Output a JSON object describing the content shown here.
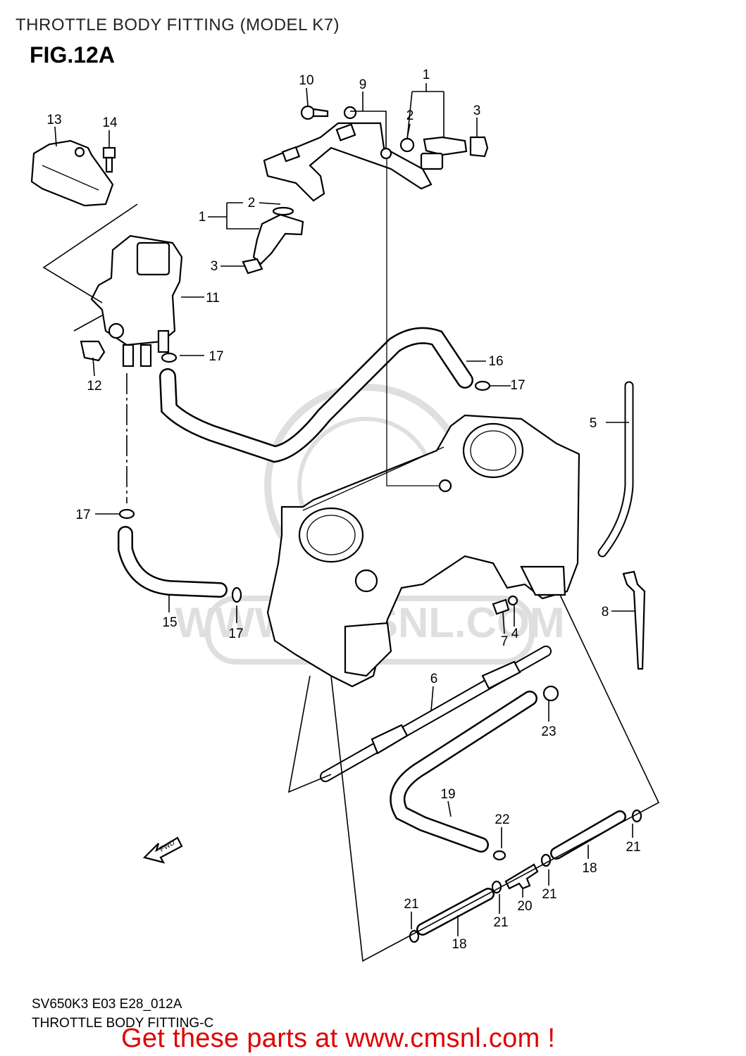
{
  "header": {
    "title": "THROTTLE BODY FITTING (MODEL K7)",
    "figure": "FIG.12A"
  },
  "footer": {
    "code": "SV650K3 E03 E28_012A",
    "subtitle": "THROTTLE BODY FITTING-C",
    "cta": "Get these parts at www.cmsnl.com !"
  },
  "callouts": [
    {
      "id": "1a",
      "label": "1"
    },
    {
      "id": "2a",
      "label": "2"
    },
    {
      "id": "3a",
      "label": "3"
    },
    {
      "id": "9",
      "label": "9"
    },
    {
      "id": "10",
      "label": "10"
    },
    {
      "id": "13",
      "label": "13"
    },
    {
      "id": "14",
      "label": "14"
    },
    {
      "id": "1b",
      "label": "1"
    },
    {
      "id": "2b",
      "label": "2"
    },
    {
      "id": "3b",
      "label": "3"
    },
    {
      "id": "11",
      "label": "11"
    },
    {
      "id": "12",
      "label": "12"
    },
    {
      "id": "17a",
      "label": "17"
    },
    {
      "id": "16",
      "label": "16"
    },
    {
      "id": "17b",
      "label": "17"
    },
    {
      "id": "5",
      "label": "5"
    },
    {
      "id": "17c",
      "label": "17"
    },
    {
      "id": "15",
      "label": "15"
    },
    {
      "id": "17d",
      "label": "17"
    },
    {
      "id": "7",
      "label": "7"
    },
    {
      "id": "4",
      "label": "4"
    },
    {
      "id": "8",
      "label": "8"
    },
    {
      "id": "6",
      "label": "6"
    },
    {
      "id": "23",
      "label": "23"
    },
    {
      "id": "19",
      "label": "19"
    },
    {
      "id": "22",
      "label": "22"
    },
    {
      "id": "21a",
      "label": "21"
    },
    {
      "id": "18a",
      "label": "18"
    },
    {
      "id": "21b",
      "label": "21"
    },
    {
      "id": "20",
      "label": "20"
    },
    {
      "id": "21c",
      "label": "21"
    },
    {
      "id": "21d",
      "label": "21"
    },
    {
      "id": "18b",
      "label": "18"
    }
  ],
  "fwd_arrow": {
    "label": "FWD"
  },
  "watermark": {
    "label": "WWW.CMSNL.COM"
  }
}
